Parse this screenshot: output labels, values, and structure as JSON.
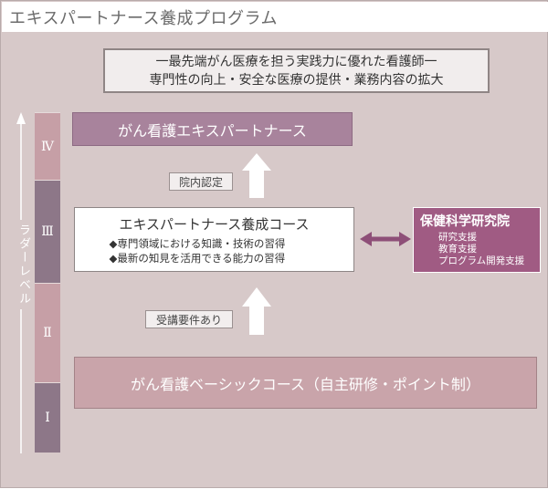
{
  "title": "エキスパートナース養成プログラム",
  "mission": {
    "line1": "一最先端がん医療を担う実践力に優れた看護師一",
    "line2": "専門性の向上・安全な医療の提供・業務内容の拡大"
  },
  "expert_nurse": "がん看護エキスパートナース",
  "certification_label": "院内認定",
  "training_course": {
    "title": "エキスパートナース養成コース",
    "points": [
      "◆専門領域における知識・技術の習得",
      "◆最新の知見を活用できる能力の習得"
    ]
  },
  "institute": {
    "name": "保健科学研究院",
    "supports": [
      "研究支援",
      "教育支援",
      "プログラム開発支援"
    ]
  },
  "requirement_label": "受講要件あり",
  "basic_course": "がん看護ベーシックコース（自主研修・ポイント制）",
  "ladder": {
    "label": "ラダーレベル",
    "levels": [
      "Ⅳ",
      "Ⅲ",
      "Ⅱ",
      "Ⅰ"
    ]
  },
  "colors": {
    "background": "#d7c9c9",
    "expert_box": "#a8839c",
    "basic_box": "#c9a4aa",
    "institute_box": "#a05b83",
    "connector": "#8e4f78"
  }
}
